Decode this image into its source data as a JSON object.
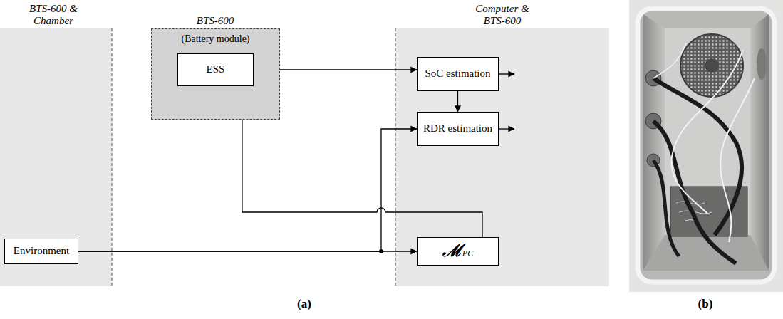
{
  "diagram": {
    "nodes": [
      {
        "text": [
          "(Battery module)"
        ]
      },
      {
        "text": [
          "ESS"
        ],
        "in": 0
      },
      {
        "text": [
          "SoC estimation"
        ]
      },
      {
        "text": [
          "RDR estimation"
        ]
      },
      {
        "text": [
          "Environment"
        ]
      },
      {
        "text": [
          "ℳPC"
        ]
      }
    ],
    "edges": [
      {
        "from": 1,
        "to": 2,
        "arrow": "to"
      },
      {
        "from": 2,
        "to": 3,
        "arrow": "to"
      },
      {
        "from": 5,
        "to": 1,
        "arrow": "to"
      },
      {
        "from": 4,
        "to": 3,
        "arrow": "to"
      },
      {
        "from": 4,
        "to": 5,
        "arrow": "to"
      }
    ],
    "labels": [
      "BTS-600 & Chamber",
      "BTS-600",
      "Computer & BTS-600",
      "(a)",
      "(b)"
    ]
  }
}
